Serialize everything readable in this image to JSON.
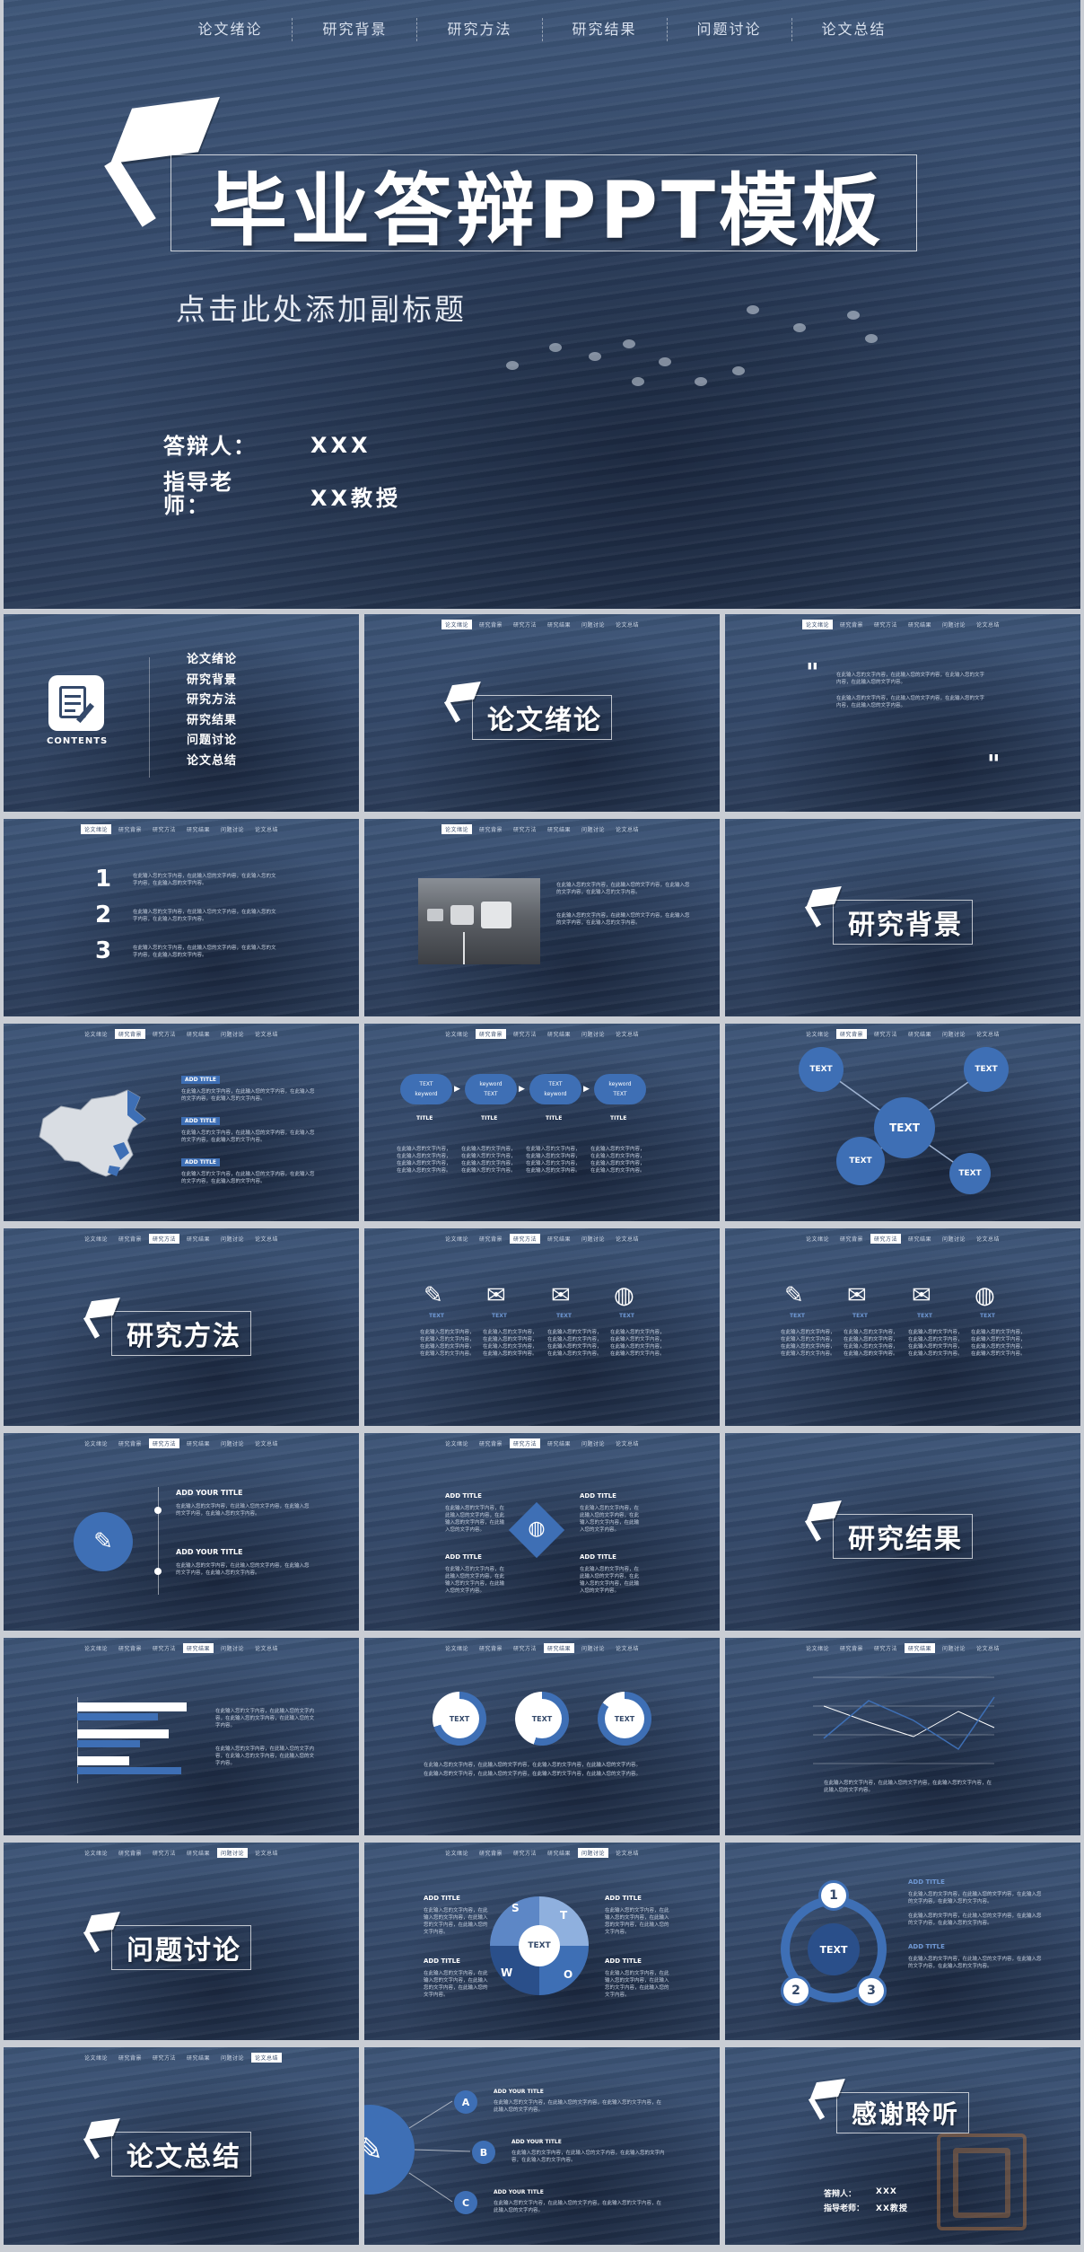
{
  "hero": {
    "nav": [
      "论文绪论",
      "研究背景",
      "研究方法",
      "研究结果",
      "问题讨论",
      "论文总结"
    ],
    "title": "毕业答辩PPT模板",
    "subtitle": "点击此处添加副标题",
    "respondent_label": "答辩人：",
    "respondent_value": "XXX",
    "advisor_label_1": "指导老",
    "advisor_label_2": "师：",
    "advisor_value": "XX教授"
  },
  "contents": {
    "icon_label": "CONTENTS",
    "items": [
      "论文绪论",
      "研究背景",
      "研究方法",
      "研究结果",
      "问题讨论",
      "论文总结"
    ]
  },
  "sections": {
    "intro": "论文绪论",
    "background": "研究背景",
    "method": "研究方法",
    "result": "研究结果",
    "discussion": "问题讨论",
    "summary": "论文总结",
    "thanks": "感谢聆听"
  },
  "numbers": [
    "1",
    "2",
    "3"
  ],
  "map_titles": [
    "ADD TITLE",
    "ADD TITLE",
    "ADD TITLE"
  ],
  "flow": {
    "text": "TEXT",
    "keyword": "keyword",
    "title": "TITLE"
  },
  "network": {
    "center": "TEXT",
    "node": "TEXT"
  },
  "icons_row": {
    "label": "TEXT"
  },
  "your_title": "ADD YOUR TITLE",
  "add_title": "ADD TITLE",
  "ring_text": "TEXT",
  "swot": [
    "S",
    "T",
    "W",
    "O"
  ],
  "cycle": [
    "1",
    "2",
    "3"
  ],
  "abc": [
    "A",
    "B",
    "C"
  ],
  "end": {
    "respondent_label": "答辩人：",
    "respondent_value": "XXX",
    "advisor_label": "指导老师：",
    "advisor_value": "XX教授"
  },
  "placeholder_text": "在此输入您的文字内容，在此输入您的文字内容，在此输入您的文字内容，在此输入您的文字内容。",
  "colors": {
    "accent": "#3e6fb5",
    "slide_bg": "#34496a",
    "page_bg": "#c9cdd4"
  }
}
